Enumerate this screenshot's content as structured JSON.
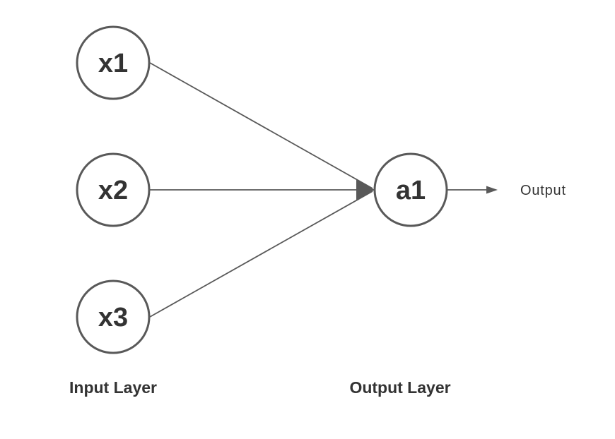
{
  "theme": {
    "background": "#ffffff",
    "stroke": "#595959",
    "node_fill": "#ffffff",
    "node_text": "#333333",
    "label_text": "#333333"
  },
  "diagram": {
    "type": "neural-network",
    "nodes": [
      {
        "id": "x1",
        "label": "x1",
        "layer": "input"
      },
      {
        "id": "x2",
        "label": "x2",
        "layer": "input"
      },
      {
        "id": "x3",
        "label": "x3",
        "layer": "input"
      },
      {
        "id": "a1",
        "label": "a1",
        "layer": "output"
      }
    ],
    "edges": [
      {
        "from": "x1",
        "to": "a1"
      },
      {
        "from": "x2",
        "to": "a1"
      },
      {
        "from": "x3",
        "to": "a1"
      },
      {
        "from": "a1",
        "to": "output"
      }
    ],
    "labels": {
      "input_layer": "Input Layer",
      "output_layer": "Output Layer",
      "output": "Output"
    }
  }
}
